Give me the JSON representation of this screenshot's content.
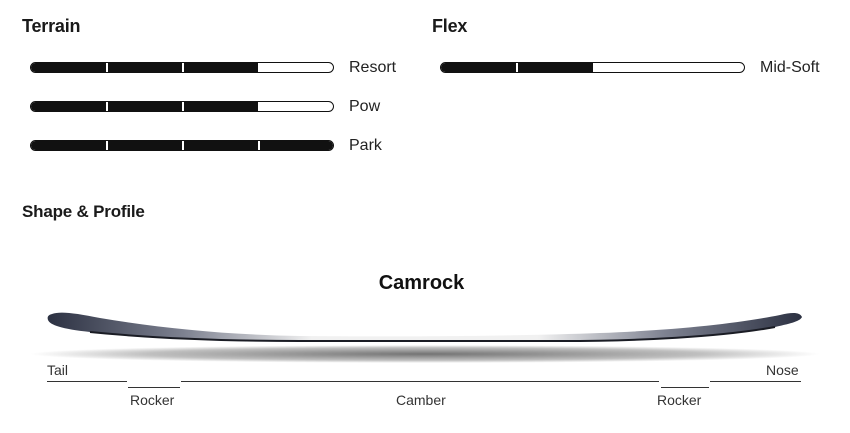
{
  "terrain": {
    "heading": "Terrain",
    "bars": [
      {
        "label": "Resort",
        "level": 0.75
      },
      {
        "label": "Pow",
        "level": 0.75
      },
      {
        "label": "Park",
        "level": 1.0
      }
    ]
  },
  "flex": {
    "heading": "Flex",
    "bars": [
      {
        "label": "Mid-Soft",
        "level": 0.5
      }
    ]
  },
  "profile": {
    "heading": "Shape & Profile",
    "name": "Camrock",
    "tail_label": "Tail",
    "nose_label": "Nose",
    "rocker_left_label": "Rocker",
    "camber_label": "Camber",
    "rocker_right_label": "Rocker"
  }
}
